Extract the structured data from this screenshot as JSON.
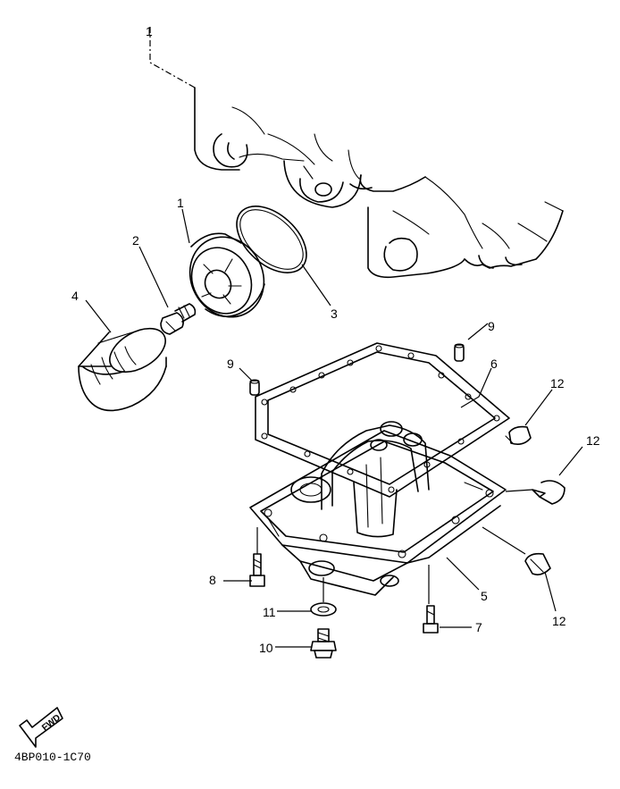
{
  "callouts": {
    "c1a": "1",
    "c1b": "1",
    "c2": "2",
    "c3": "3",
    "c4": "4",
    "c5": "5",
    "c6": "6",
    "c7": "7",
    "c8": "8",
    "c9a": "9",
    "c9b": "9",
    "c10": "10",
    "c11": "11",
    "c12a": "12",
    "c12b": "12",
    "c12c": "12"
  },
  "fwd_label": "FWD",
  "drawing_code": "4BP010-1C70"
}
